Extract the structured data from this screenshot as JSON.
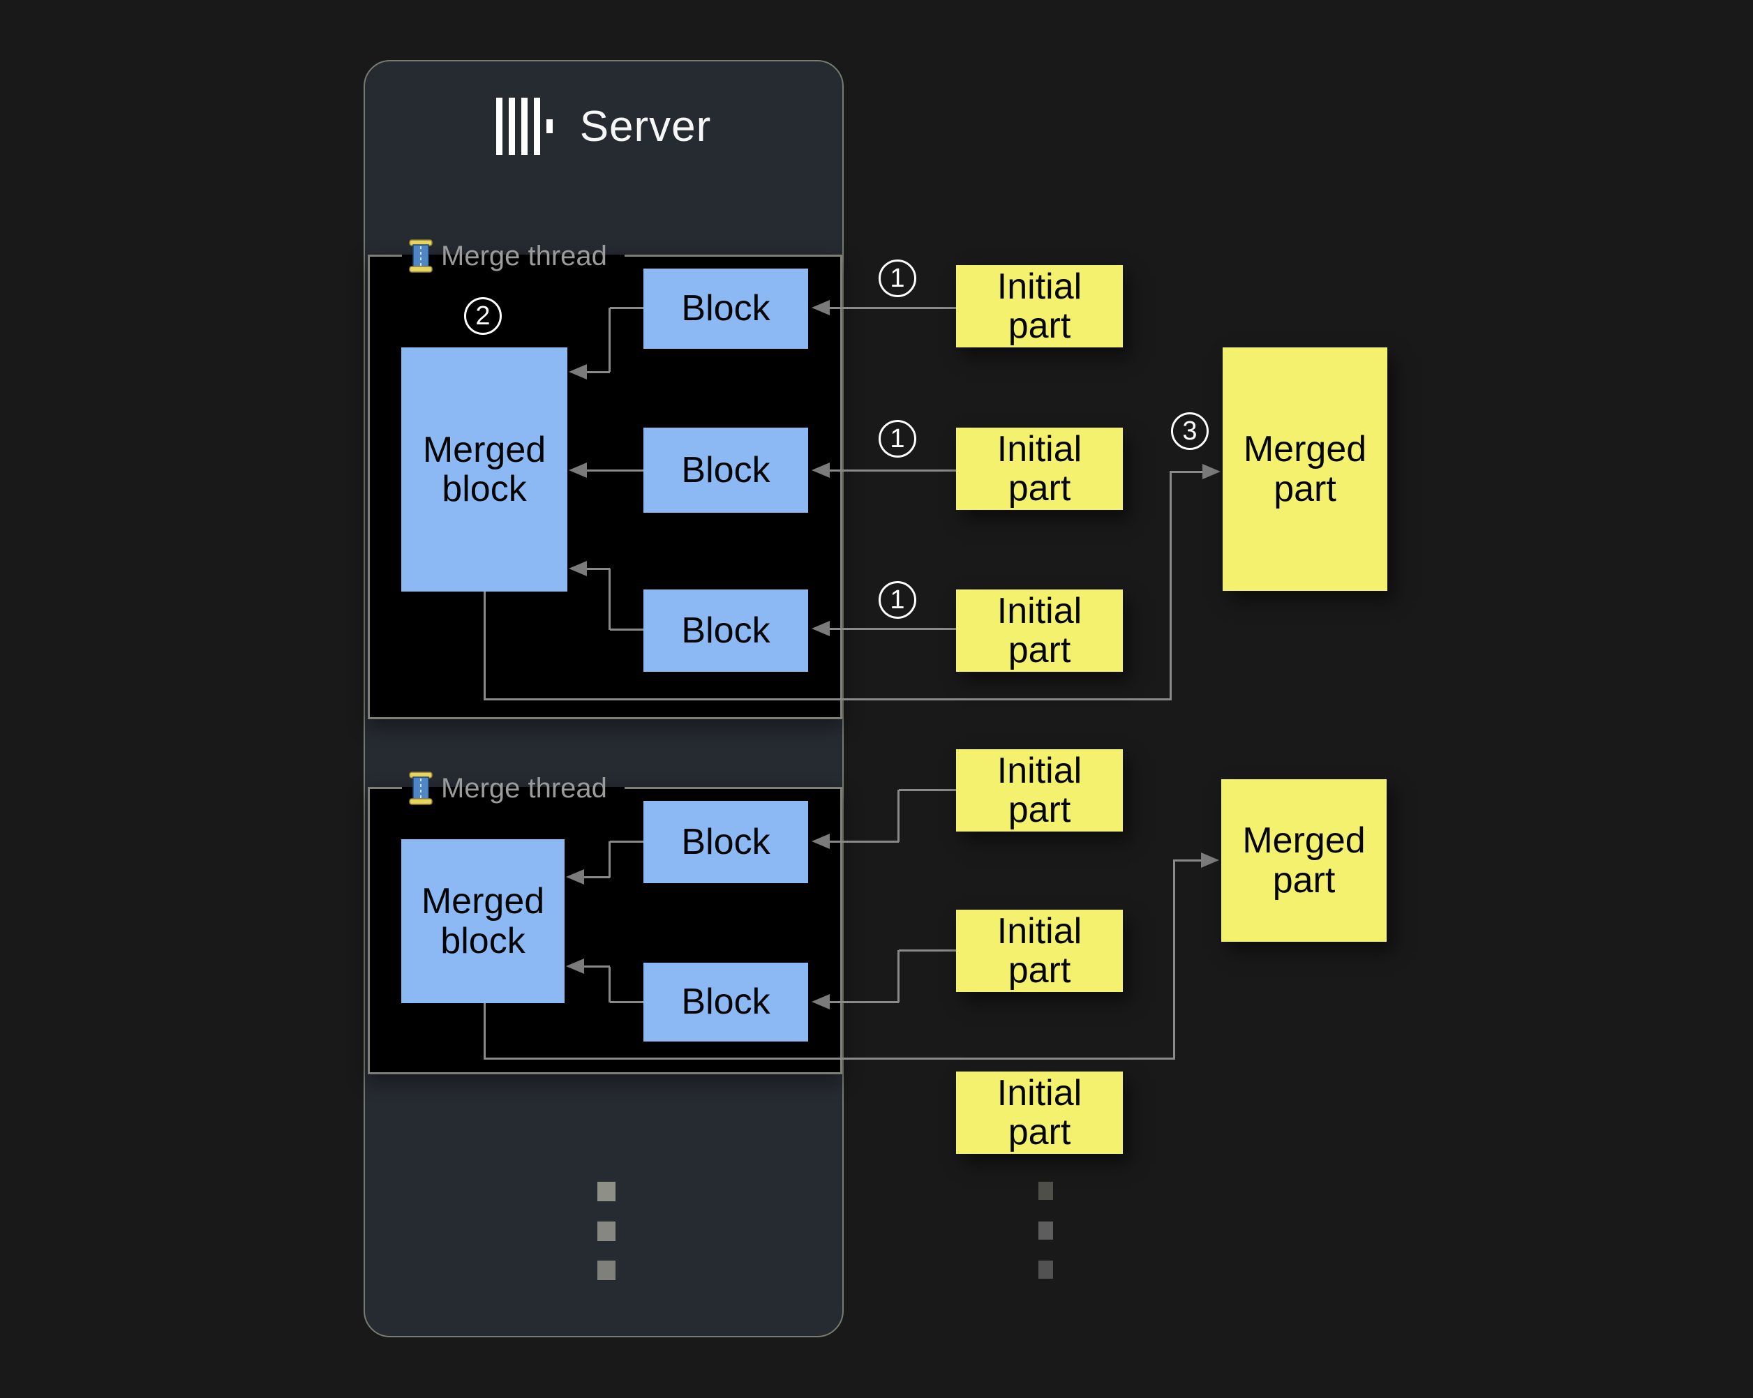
{
  "app": {
    "title": "Server"
  },
  "icons": {
    "logo": "clickhouse-bars-logo",
    "thread": "thread-spool-icon",
    "arrow": "gray-arrowhead"
  },
  "threads": [
    {
      "label": "Merge thread",
      "merged_block": "Merged block",
      "blocks": [
        "Block",
        "Block",
        "Block"
      ]
    },
    {
      "label": "Merge thread",
      "merged_block": "Merged block",
      "blocks": [
        "Block",
        "Block"
      ]
    }
  ],
  "parts": {
    "initial_label": "Initial part",
    "merged_label": "Merged part"
  },
  "badges": {
    "step1": "1",
    "step2": "2",
    "step3": "3"
  },
  "ellipsis": {
    "server_dots": 3,
    "parts_dots": 3
  },
  "colors": {
    "page_bg": "#181918",
    "card_bg": "#262a31",
    "panel_bg": "#000000",
    "panel_border": "#7e7f77",
    "block_blue": "#8cb9f3",
    "part_yellow": "#f4f16e",
    "line_gray": "#8a8a8a",
    "label_gray": "#9b9b9b",
    "title_white": "#f7f7f7"
  }
}
